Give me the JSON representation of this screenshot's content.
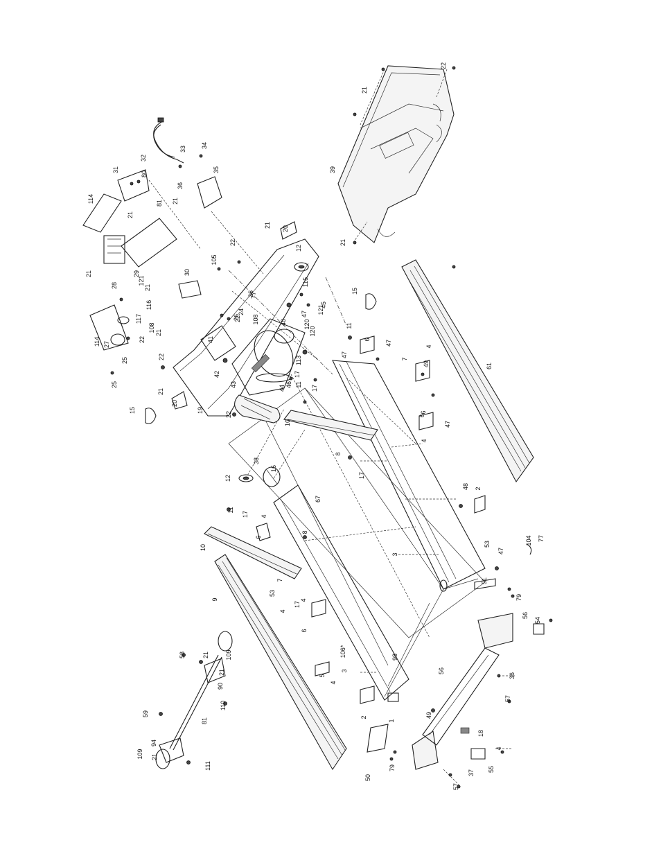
{
  "labels": [
    "1",
    "2",
    "2",
    "3",
    "3",
    "4",
    "4",
    "4",
    "4",
    "4",
    "4",
    "4",
    "5",
    "6",
    "6",
    "6",
    "6",
    "6",
    "7",
    "7",
    "8",
    "8",
    "9",
    "10",
    "10",
    "11",
    "11",
    "11",
    "12",
    "12",
    "15",
    "15",
    "16",
    "17",
    "17",
    "17",
    "17",
    "17",
    "18",
    "19",
    "20",
    "20",
    "21",
    "21",
    "21",
    "21",
    "21",
    "21",
    "21",
    "21",
    "21",
    "21",
    "21",
    "21",
    "22",
    "22",
    "22",
    "22",
    "22",
    "22",
    "24",
    "25",
    "25",
    "26",
    "27",
    "28",
    "29",
    "30",
    "31",
    "32",
    "33",
    "34",
    "35",
    "36",
    "36",
    "36",
    "37",
    "38",
    "39",
    "40",
    "41",
    "42",
    "43",
    "44",
    "45",
    "46",
    "47",
    "47",
    "47",
    "47",
    "47",
    "48",
    "49",
    "49",
    "50",
    "51",
    "53",
    "53",
    "54",
    "55",
    "56",
    "56",
    "57",
    "57",
    "58",
    "59",
    "61",
    "67",
    "77",
    "77",
    "79",
    "79",
    "80",
    "81",
    "81",
    "90",
    "94",
    "98",
    "104",
    "105",
    "106*",
    "108",
    "108",
    "109",
    "109",
    "110",
    "111",
    "113",
    "114",
    "114",
    "115",
    "116",
    "117",
    "120",
    "120",
    "121",
    "121"
  ]
}
